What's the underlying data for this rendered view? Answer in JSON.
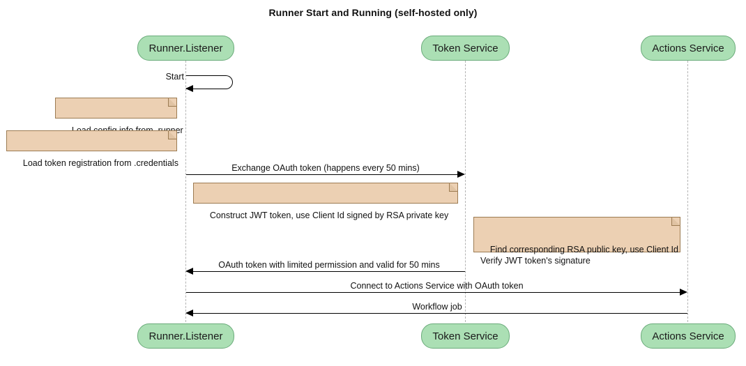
{
  "diagram": {
    "title": "Runner Start and Running (self-hosted only)",
    "type": "sequence-diagram",
    "colors": {
      "participant_fill": "#abdfb4",
      "participant_border": "#6aab7a",
      "note_fill": "#ecd0b3",
      "note_border": "#9c7b52",
      "lifeline": "#b3b3b3",
      "arrow": "#000000",
      "background": "#ffffff"
    },
    "participants": [
      {
        "id": "runner",
        "label": "Runner.Listener"
      },
      {
        "id": "token",
        "label": "Token Service"
      },
      {
        "id": "actions",
        "label": "Actions Service"
      }
    ],
    "messages": [
      {
        "id": "start",
        "label": "Start",
        "kind": "self-call",
        "from": "runner",
        "to": "runner"
      },
      {
        "id": "exchange-oauth-token",
        "label": "Exchange OAuth token (happens every 50 mins)",
        "kind": "call",
        "from": "runner",
        "to": "token",
        "direction": "right"
      },
      {
        "id": "oauth-token-reply",
        "label": "OAuth token with limited permission and valid for 50 mins",
        "kind": "return",
        "from": "token",
        "to": "runner",
        "direction": "left"
      },
      {
        "id": "connect-actions-service",
        "label": "Connect to Actions Service with OAuth token",
        "kind": "call",
        "from": "runner",
        "to": "actions",
        "direction": "right"
      },
      {
        "id": "workflow-job",
        "label": "Workflow job",
        "kind": "return",
        "from": "actions",
        "to": "runner",
        "direction": "left"
      }
    ],
    "notes": [
      {
        "id": "load-config",
        "text": "Load config info from .runner",
        "attached_to": "runner"
      },
      {
        "id": "load-token-registration",
        "text": "Load token registration from .credentials",
        "attached_to": "runner"
      },
      {
        "id": "construct-jwt",
        "text": "Construct JWT token, use Client Id signed by RSA private key",
        "attached_to": "runner"
      },
      {
        "id": "verify-jwt",
        "text": "Find corresponding RSA public key, use Client Id\nVerify JWT token's signature",
        "attached_to": "token"
      }
    ]
  }
}
